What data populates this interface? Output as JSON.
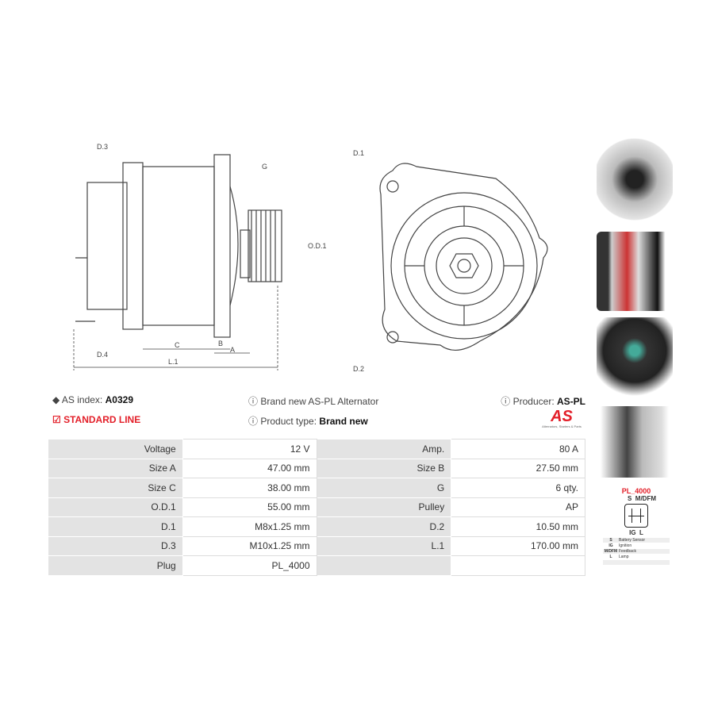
{
  "drawing": {
    "labels": {
      "d3": "D.3",
      "d4": "D.4",
      "g": "G",
      "od1": "O.D.1",
      "c": "C",
      "b": "B",
      "a": "A",
      "l1": "L.1",
      "d1": "D.1",
      "d2": "D.2"
    }
  },
  "info": {
    "as_index_label": "AS index:",
    "as_index_value": "A0329",
    "line": "STANDARD LINE",
    "description": "Brand new AS-PL Alternator",
    "product_type_label": "Product type:",
    "product_type_value": "Brand new",
    "producer_label": "Producer:",
    "producer_value": "AS-PL",
    "logo_text": "AS",
    "logo_tagline": "Alternators, Starters & Parts"
  },
  "specs": [
    [
      "Voltage",
      "12 V",
      "Amp.",
      "80 A"
    ],
    [
      "Size A",
      "47.00 mm",
      "Size B",
      "27.50 mm"
    ],
    [
      "Size C",
      "38.00 mm",
      "G",
      "6 qty."
    ],
    [
      "O.D.1",
      "55.00 mm",
      "Pulley",
      "AP"
    ],
    [
      "D.1",
      "M8x1.25 mm",
      "D.2",
      "10.50 mm"
    ],
    [
      "D.3",
      "M10x1.25 mm",
      "L.1",
      "170.00 mm"
    ],
    [
      "Plug",
      "PL_4000",
      "",
      ""
    ]
  ],
  "plug": {
    "name": "PL_4000",
    "top_pins": "S  M/DFM",
    "bottom_pins": "IG  L",
    "legend": [
      [
        "S",
        "Battery Sensor"
      ],
      [
        "IG",
        "Ignition"
      ],
      [
        "M/DFM",
        "Feedback"
      ],
      [
        "L",
        "Lamp"
      ]
    ]
  },
  "colors": {
    "accent": "#e3202a",
    "table_label_bg": "#e3e3e3"
  }
}
